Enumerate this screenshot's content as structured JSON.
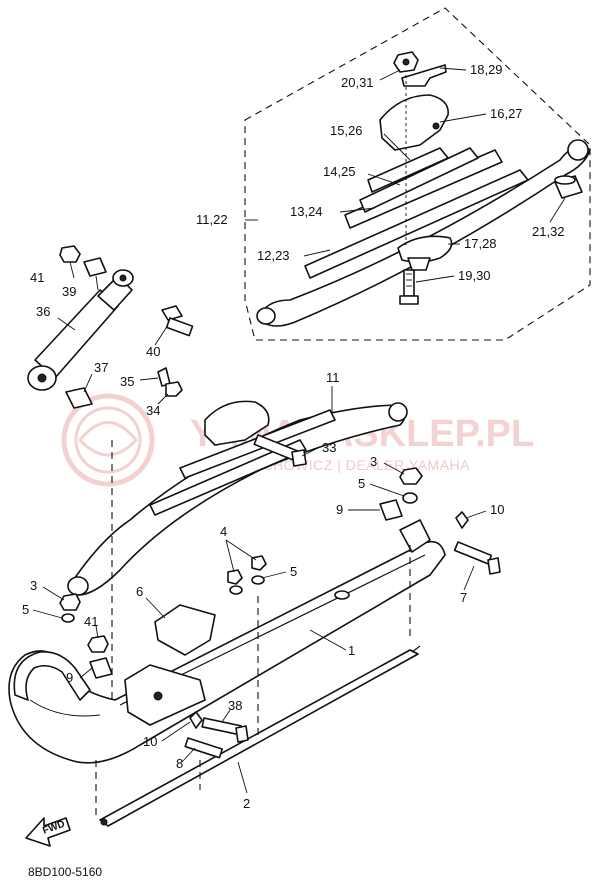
{
  "diagram_code": "8BD100-5160",
  "watermark": {
    "title": "YAMAHASKLEP.PL",
    "subtitle": "WOJCIECHOWICZ | DEALER YAMAHA"
  },
  "direction_marker": "FWD",
  "callouts": [
    {
      "id": "c-20-31",
      "text": "20,31"
    },
    {
      "id": "c-18-29",
      "text": "18,29"
    },
    {
      "id": "c-16-27",
      "text": "16,27"
    },
    {
      "id": "c-15-26",
      "text": "15,26"
    },
    {
      "id": "c-14-25",
      "text": "14,25"
    },
    {
      "id": "c-13-24",
      "text": "13,24"
    },
    {
      "id": "c-11-22",
      "text": "11,22"
    },
    {
      "id": "c-12-23",
      "text": "12,23"
    },
    {
      "id": "c-17-28",
      "text": "17,28"
    },
    {
      "id": "c-21-32",
      "text": "21,32"
    },
    {
      "id": "c-19-30",
      "text": "19,30"
    },
    {
      "id": "c-41-top",
      "text": "41"
    },
    {
      "id": "c-39",
      "text": "39"
    },
    {
      "id": "c-36",
      "text": "36"
    },
    {
      "id": "c-40",
      "text": "40"
    },
    {
      "id": "c-37",
      "text": "37"
    },
    {
      "id": "c-35",
      "text": "35"
    },
    {
      "id": "c-34",
      "text": "34"
    },
    {
      "id": "c-11",
      "text": "11"
    },
    {
      "id": "c-33",
      "text": "33"
    },
    {
      "id": "c-3-right",
      "text": "3"
    },
    {
      "id": "c-5-right",
      "text": "5"
    },
    {
      "id": "c-9-right",
      "text": "9"
    },
    {
      "id": "c-10-right",
      "text": "10"
    },
    {
      "id": "c-7",
      "text": "7"
    },
    {
      "id": "c-4",
      "text": "4"
    },
    {
      "id": "c-5-mid",
      "text": "5"
    },
    {
      "id": "c-3-left",
      "text": "3"
    },
    {
      "id": "c-5-left",
      "text": "5"
    },
    {
      "id": "c-6",
      "text": "6"
    },
    {
      "id": "c-1",
      "text": "1"
    },
    {
      "id": "c-41-bottom",
      "text": "41"
    },
    {
      "id": "c-9-left",
      "text": "9"
    },
    {
      "id": "c-38",
      "text": "38"
    },
    {
      "id": "c-10-left",
      "text": "10"
    },
    {
      "id": "c-8",
      "text": "8"
    },
    {
      "id": "c-2",
      "text": "2"
    }
  ]
}
